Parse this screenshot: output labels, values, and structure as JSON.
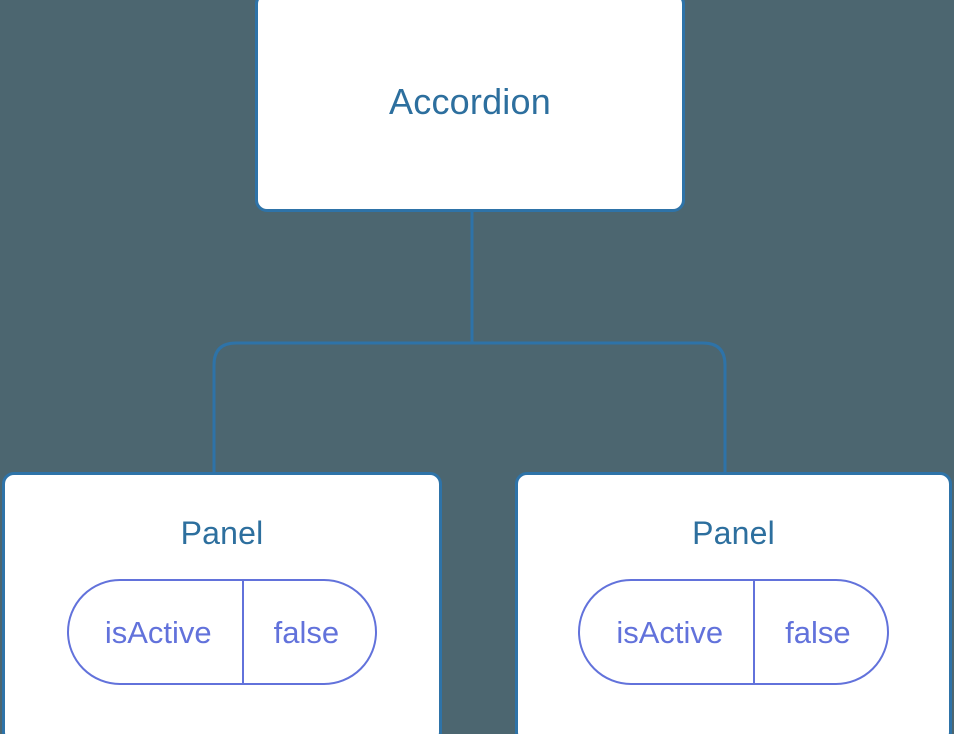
{
  "diagram": {
    "type": "component-tree",
    "background_color": "#4c6670",
    "node_fill_color": "#ffffff",
    "node_border_color": "#2e73a8",
    "node_text_color": "#2d6f9e",
    "edge_color": "#2e73a8",
    "prop_color": "#6272db",
    "root": {
      "label": "Accordion"
    },
    "children": [
      {
        "label": "Panel",
        "prop": {
          "key": "isActive",
          "value": "false"
        }
      },
      {
        "label": "Panel",
        "prop": {
          "key": "isActive",
          "value": "false"
        }
      }
    ],
    "edges": [
      {
        "from": "Accordion",
        "to": "Panel"
      },
      {
        "from": "Accordion",
        "to": "Panel"
      }
    ]
  }
}
